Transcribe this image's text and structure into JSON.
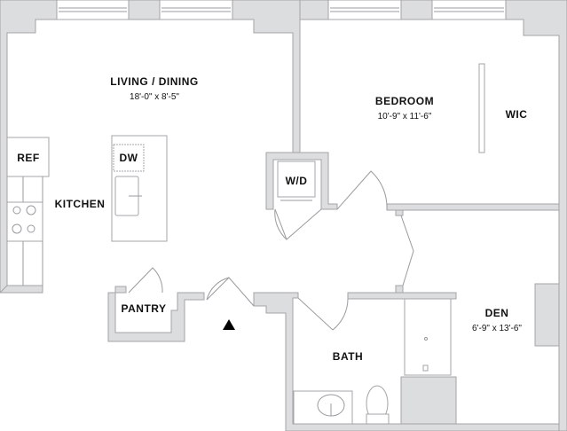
{
  "rooms": {
    "living": {
      "name": "LIVING / DINING",
      "size": "18'-0\" x 8'-5\""
    },
    "bedroom": {
      "name": "BEDROOM",
      "size": "10'-9\" x 11'-6\""
    },
    "wic": {
      "name": "WIC"
    },
    "kitchen": {
      "name": "KITCHEN"
    },
    "ref": {
      "name": "REF"
    },
    "dw": {
      "name": "DW"
    },
    "wd": {
      "name": "W/D"
    },
    "pantry": {
      "name": "PANTRY"
    },
    "den": {
      "name": "DEN",
      "size": "6'-9\" x 13'-6\""
    },
    "bath": {
      "name": "BATH"
    }
  },
  "colors": {
    "wall": "#dcdddf",
    "outline": "#a3a4a7"
  },
  "icons": {
    "entry": "entry-triangle-icon"
  }
}
